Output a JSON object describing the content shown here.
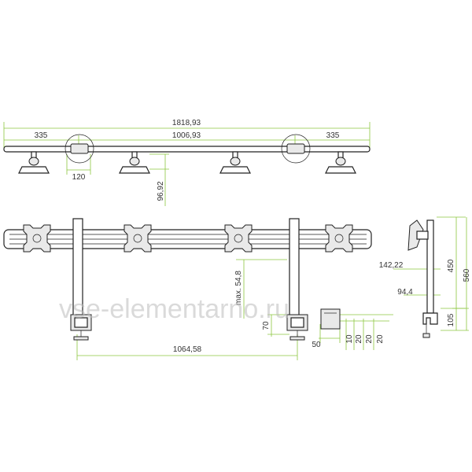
{
  "watermark": "vse-elementarno.ru",
  "colors": {
    "dimension_line": "#8cc63f",
    "outline": "#222222",
    "watermark": "#bdbdbd"
  },
  "top_view": {
    "overall_length": "1818,93",
    "left_overhang": "335",
    "center_span": "1006,93",
    "right_overhang": "335",
    "clamp_width": "120",
    "mount_depth": "96,92"
  },
  "front_view": {
    "max_height": "max. 54,8",
    "pole_spacing": "1064,58",
    "clamp_height": "70"
  },
  "clamp_detail": {
    "width": "50",
    "dims": [
      "10",
      "20",
      "20",
      "20"
    ]
  },
  "side_view": {
    "arm_reach": "142,22",
    "pole_height": "450",
    "total_height": "560",
    "base_depth": "94,4",
    "base_height": "105"
  }
}
